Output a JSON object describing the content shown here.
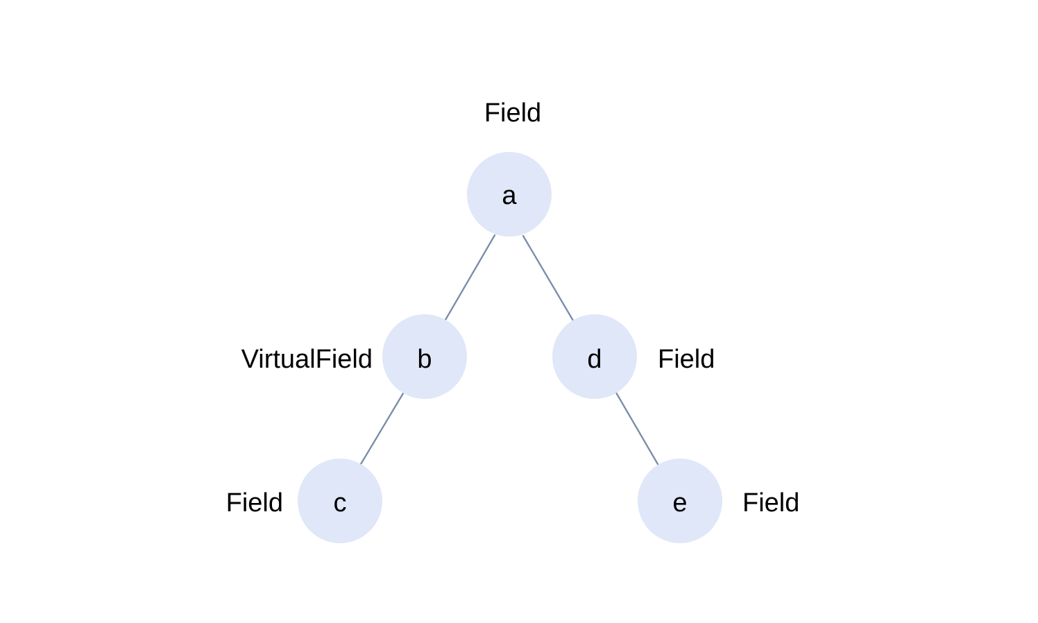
{
  "tree": {
    "nodes": [
      {
        "id": "a",
        "label": "a",
        "type": "Field"
      },
      {
        "id": "b",
        "label": "b",
        "type": "VirtualField"
      },
      {
        "id": "c",
        "label": "c",
        "type": "Field"
      },
      {
        "id": "d",
        "label": "d",
        "type": "Field"
      },
      {
        "id": "e",
        "label": "e",
        "type": "Field"
      }
    ],
    "edges": [
      {
        "from": "a",
        "to": "b"
      },
      {
        "from": "a",
        "to": "d"
      },
      {
        "from": "b",
        "to": "c"
      },
      {
        "from": "d",
        "to": "e"
      }
    ]
  },
  "colors": {
    "node_fill": "#dfe7f8",
    "edge": "#7b8eaa",
    "text": "#000000",
    "background": "#ffffff"
  }
}
